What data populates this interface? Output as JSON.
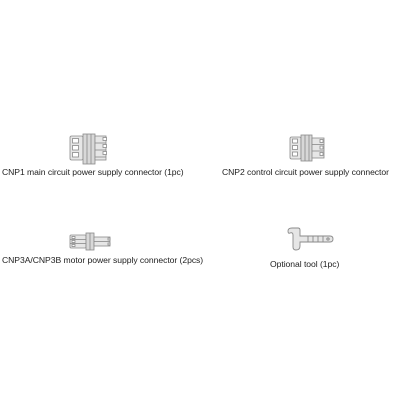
{
  "parts": [
    {
      "id": "cnp1",
      "caption": "CNP1 main circuit power supply connector (1pc)",
      "icon": "connector-3pin-large-icon"
    },
    {
      "id": "cnp2",
      "caption": "CNP2 control circuit power supply connector",
      "icon": "connector-3pin-small-icon"
    },
    {
      "id": "cnp3",
      "caption": "CNP3A/CNP3B motor power supply connector (2pcs)",
      "icon": "connector-motor-icon"
    },
    {
      "id": "tool",
      "caption": "Optional tool (1pc)",
      "icon": "optional-tool-icon"
    }
  ],
  "colors": {
    "outline": "#8a8a8a",
    "fill": "#e6e6e6",
    "fill_dark": "#cfcfcf",
    "text": "#222222"
  }
}
